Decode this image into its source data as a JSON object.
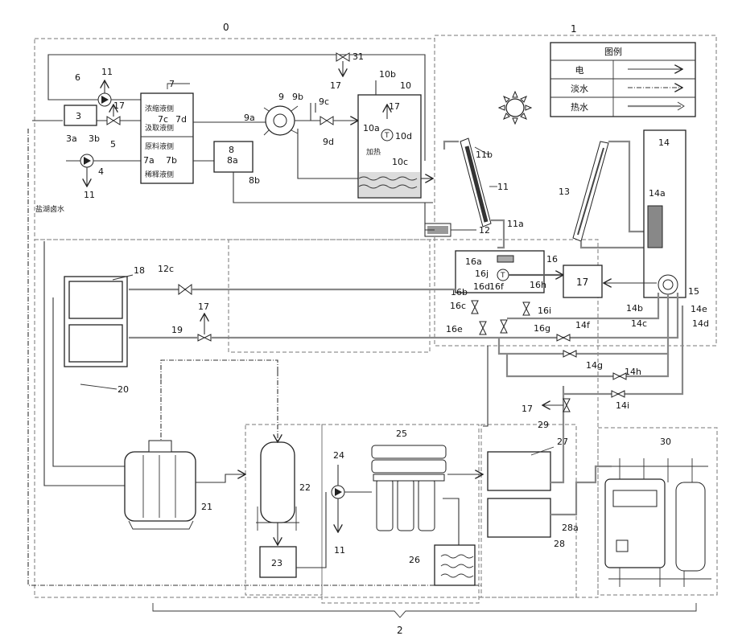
{
  "labels": {
    "n0": "0",
    "n1": "1",
    "n2": "2",
    "n3": "3",
    "n3a": "3a",
    "n3b": "3b",
    "n4": "4",
    "n5": "5",
    "n6": "6",
    "n7": "7",
    "n7a": "7a",
    "n7b": "7b",
    "n7c": "7c",
    "n7d": "7d",
    "n8": "8",
    "n8a": "8a",
    "n8b": "8b",
    "n9": "9",
    "n9a": "9a",
    "n9b": "9b",
    "n9c": "9c",
    "n9d": "9d",
    "n10": "10",
    "n10a": "10a",
    "n10b": "10b",
    "n10c": "10c",
    "n10d": "10d",
    "n11": "11",
    "n11a": "11a",
    "n11b": "11b",
    "n12": "12",
    "n12c": "12c",
    "n13": "13",
    "n14": "14",
    "n14a": "14a",
    "n14b": "14b",
    "n14c": "14c",
    "n14d": "14d",
    "n14e": "14e",
    "n14f": "14f",
    "n14g": "14g",
    "n14h": "14h",
    "n14i": "14i",
    "n15": "15",
    "n16": "16",
    "n16a": "16a",
    "n16b": "16b",
    "n16c": "16c",
    "n16d": "16d",
    "n16e": "16e",
    "n16f": "16f",
    "n16g": "16g",
    "n16h": "16h",
    "n16i": "16i",
    "n16j": "16j",
    "n17": "17",
    "n18": "18",
    "n19": "19",
    "n20": "20",
    "n21": "21",
    "n22": "22",
    "n23": "23",
    "n24": "24",
    "n25": "25",
    "n26": "26",
    "n27": "27",
    "n28": "28",
    "n28a": "28a",
    "n29": "29",
    "n30": "30",
    "n31": "31",
    "T": "T"
  },
  "text": {
    "seawater_inlet": "盐湖卤水",
    "heating": "加热",
    "box7_line1": "浓缩液侧",
    "box7_line2": "汲取液侧",
    "box7_line3": "原料液侧",
    "box7_line4": "稀释液侧"
  },
  "legend": {
    "title": "图例",
    "rows": [
      {
        "label": "电",
        "type": "electric"
      },
      {
        "label": "淡水",
        "type": "fresh"
      },
      {
        "label": "热水",
        "type": "hot"
      }
    ]
  }
}
